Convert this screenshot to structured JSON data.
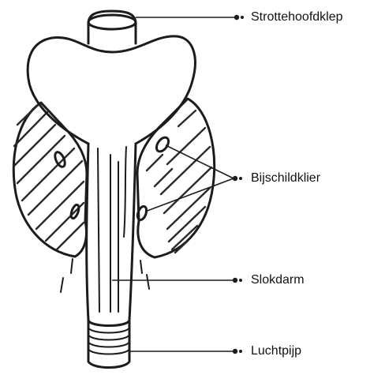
{
  "labels": {
    "epiglottis": "Strottehoofdklep",
    "parathyroid": "Bijschildklier",
    "esophagus": "Slokdarm",
    "trachea": "Luchtpijp"
  },
  "colors": {
    "ink": "#1c1c1c",
    "background": "#ffffff"
  }
}
